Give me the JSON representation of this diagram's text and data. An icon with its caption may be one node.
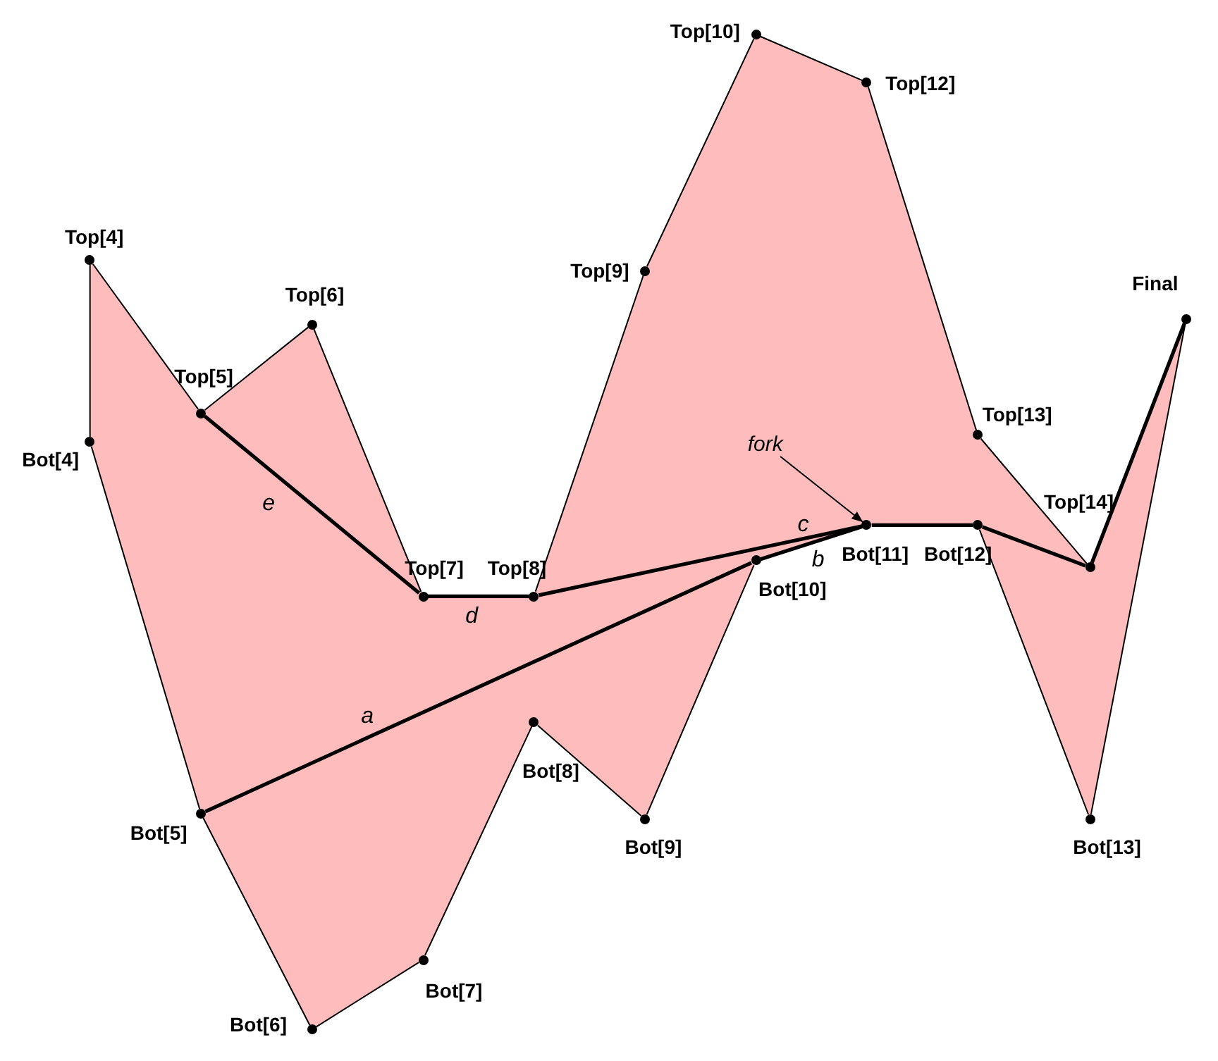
{
  "diagram": {
    "nodes": [
      {
        "text": [
          "Top[4]"
        ]
      },
      {
        "text": [
          "Top[5]"
        ]
      },
      {
        "text": [
          "Top[6]"
        ]
      },
      {
        "text": [
          "Top[7]"
        ]
      },
      {
        "text": [
          "Top[8]"
        ]
      },
      {
        "text": [
          "Top[9]"
        ]
      },
      {
        "text": [
          "Top[10]"
        ]
      },
      {
        "text": [
          "Top[12]"
        ]
      },
      {
        "text": [
          "Top[13]"
        ]
      },
      {
        "text": [
          "Top[14]"
        ]
      },
      {
        "text": [
          "Final"
        ]
      },
      {
        "text": [
          "Bot[4]"
        ]
      },
      {
        "text": [
          "Bot[5]"
        ]
      },
      {
        "text": [
          "Bot[6]"
        ]
      },
      {
        "text": [
          "Bot[7]"
        ]
      },
      {
        "text": [
          "Bot[8]"
        ]
      },
      {
        "text": [
          "Bot[9]"
        ]
      },
      {
        "text": [
          "Bot[10]"
        ]
      },
      {
        "text": [
          "Bot[11]"
        ]
      },
      {
        "text": [
          "Bot[12]"
        ]
      },
      {
        "text": [
          "Bot[13]"
        ]
      },
      {
        "text": [
          "fork"
        ]
      }
    ],
    "edges": [
      {
        "from": 0,
        "to": 1,
        "arrow": "none"
      },
      {
        "from": 1,
        "to": 2,
        "arrow": "none"
      },
      {
        "from": 2,
        "to": 3,
        "arrow": "none"
      },
      {
        "from": 4,
        "to": 5,
        "arrow": "none"
      },
      {
        "from": 5,
        "to": 6,
        "arrow": "none"
      },
      {
        "from": 6,
        "to": 7,
        "arrow": "none"
      },
      {
        "from": 7,
        "to": 8,
        "arrow": "none"
      },
      {
        "from": 8,
        "to": 9,
        "arrow": "none"
      },
      {
        "from": 0,
        "to": 11,
        "arrow": "none"
      },
      {
        "from": 11,
        "to": 12,
        "arrow": "none"
      },
      {
        "from": 12,
        "to": 13,
        "arrow": "none"
      },
      {
        "from": 13,
        "to": 14,
        "arrow": "none"
      },
      {
        "from": 14,
        "to": 15,
        "arrow": "none"
      },
      {
        "from": 15,
        "to": 16,
        "arrow": "none"
      },
      {
        "from": 16,
        "to": 17,
        "arrow": "none"
      },
      {
        "from": 19,
        "to": 20,
        "arrow": "none"
      },
      {
        "from": 20,
        "to": 10,
        "arrow": "none"
      },
      {
        "from": 1,
        "to": 3,
        "arrow": "none",
        "label": "e",
        "style": "thick"
      },
      {
        "from": 3,
        "to": 4,
        "arrow": "none",
        "label": "d",
        "style": "thick"
      },
      {
        "from": 4,
        "to": 18,
        "arrow": "none",
        "label": "c",
        "style": "thick"
      },
      {
        "from": 12,
        "to": 17,
        "arrow": "none",
        "label": "a",
        "style": "thick"
      },
      {
        "from": 17,
        "to": 18,
        "arrow": "none",
        "label": "b",
        "style": "thick"
      },
      {
        "from": 18,
        "to": 19,
        "arrow": "none",
        "style": "thick"
      },
      {
        "from": 19,
        "to": 9,
        "arrow": "none",
        "style": "thick"
      },
      {
        "from": 9,
        "to": 10,
        "arrow": "none",
        "style": "thick"
      },
      {
        "from": 21,
        "to": 18,
        "arrow": "to"
      }
    ]
  }
}
